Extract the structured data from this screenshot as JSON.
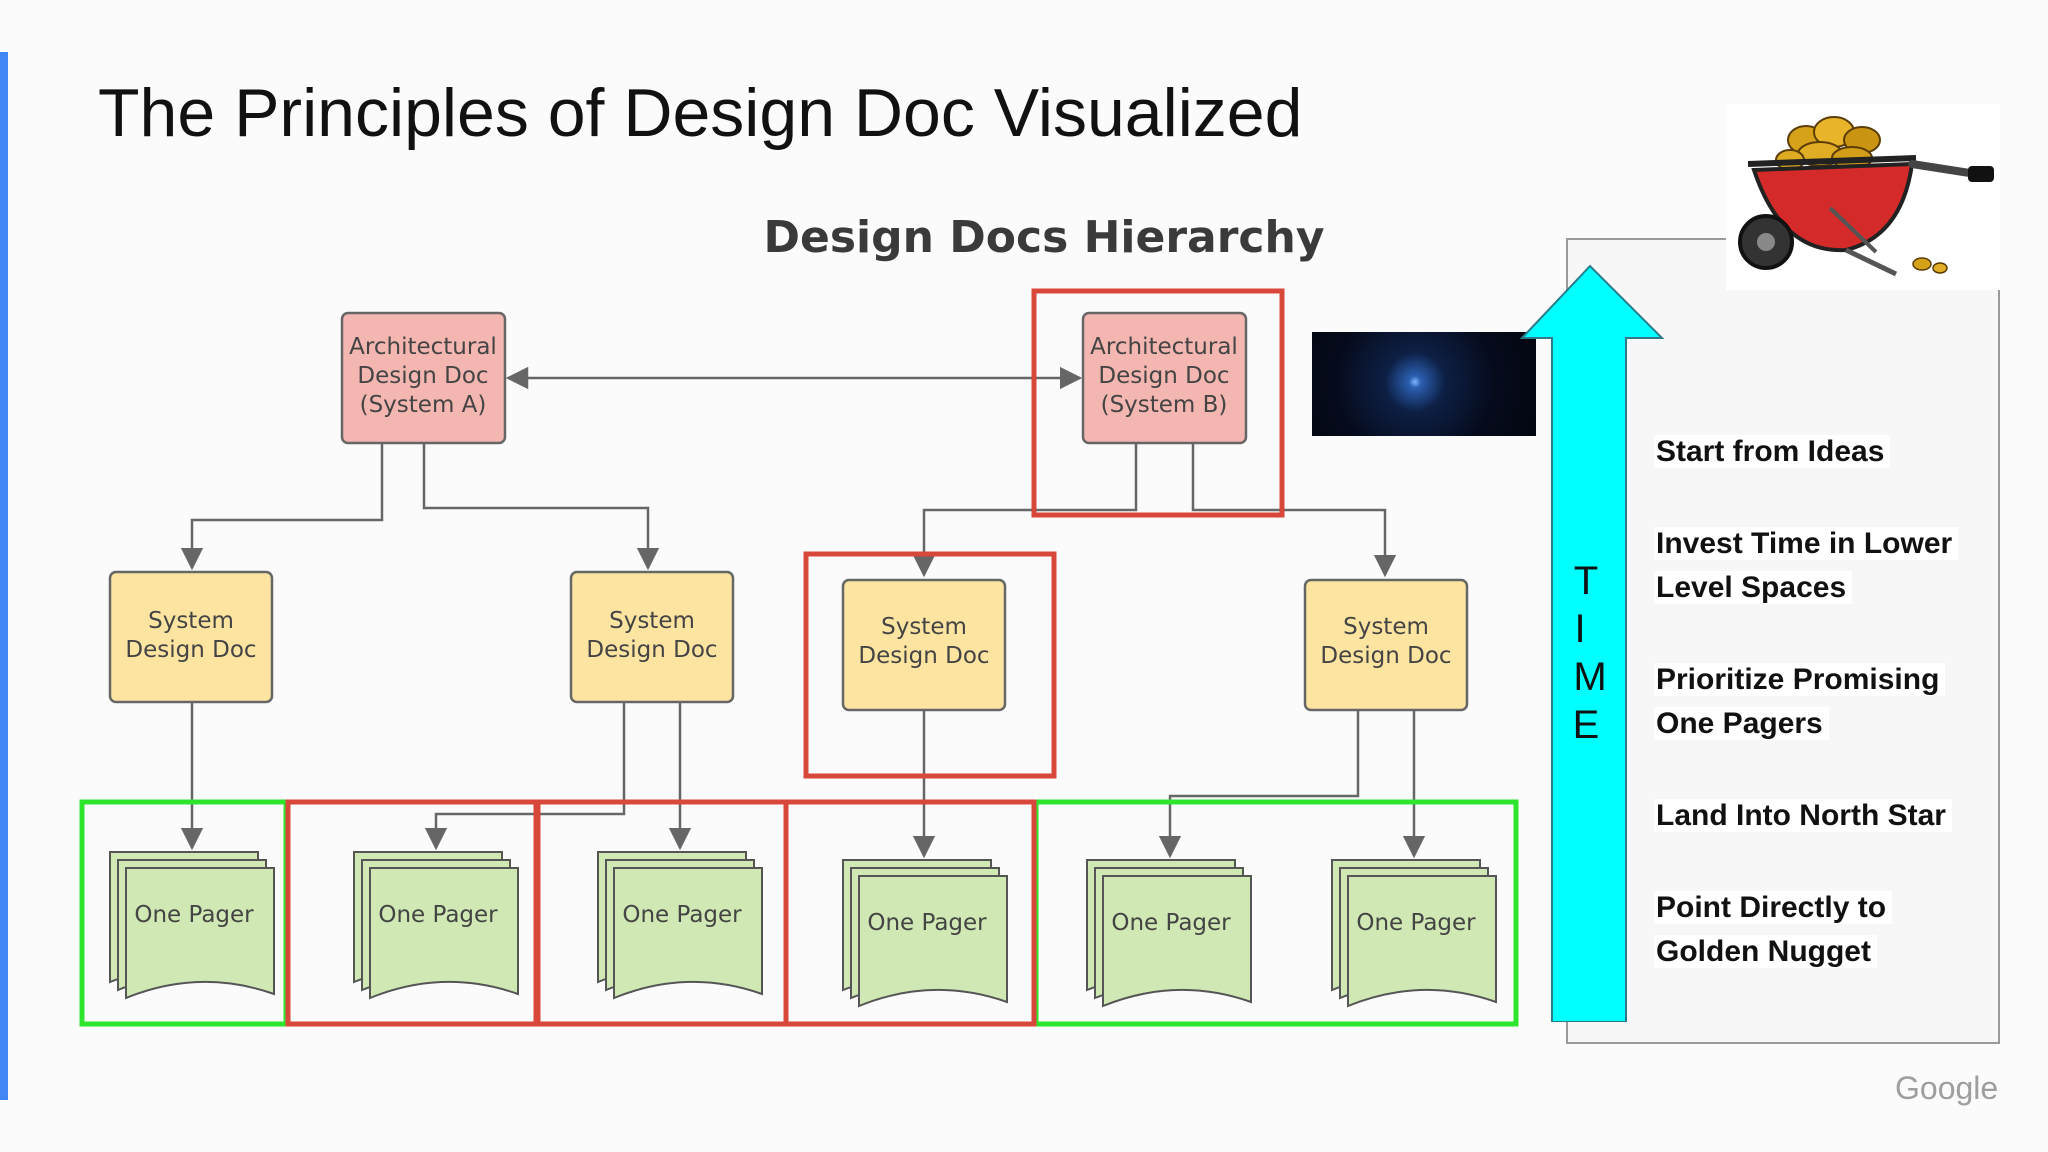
{
  "slide": {
    "title": "The Principles of Design Doc Visualized",
    "footer_logo": "Google"
  },
  "diagram": {
    "heading": "Design Docs Hierarchy",
    "architectural_nodes": [
      {
        "lines": [
          "Architectural",
          "Design Doc",
          "(System A)"
        ]
      },
      {
        "lines": [
          "Architectural",
          "Design Doc",
          "(System B)"
        ]
      }
    ],
    "system_node_lines": [
      "System",
      "Design Doc"
    ],
    "one_pager_label": "One Pager",
    "time_letters": [
      "T",
      "I",
      "M",
      "E"
    ],
    "colors": {
      "architectural_fill": "#f4b6b1",
      "system_fill": "#fde5a1",
      "one_pager_fill": "#cfe8b4",
      "highlight_red": "#d9473b",
      "highlight_green": "#2ee52e",
      "time_arrow": "#00ffff"
    }
  },
  "principles": [
    "Start from Ideas",
    "Invest Time in Lower Level Spaces",
    "Prioritize Promising One Pagers",
    "Land Into North Star",
    "Point Directly to Golden Nugget"
  ],
  "images": {
    "star": "north-star-image",
    "wheelbarrow": "gold-nugget-wheelbarrow-image"
  }
}
